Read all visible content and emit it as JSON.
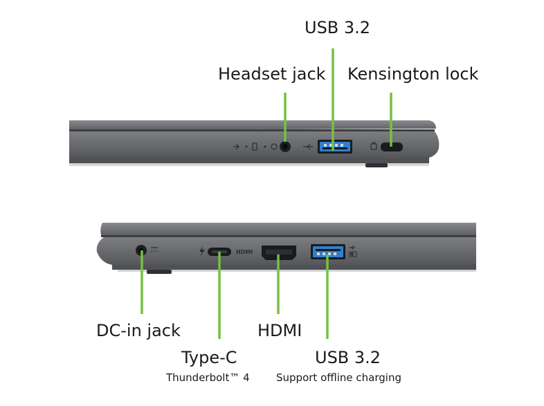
{
  "top_view": {
    "labels": {
      "usb_top": "USB 3.2",
      "headset": "Headset jack",
      "kensington": "Kensington lock"
    }
  },
  "bottom_view": {
    "labels": {
      "dc_in": "DC-in jack",
      "type_c": "Type-C",
      "type_c_sub": "Thunderbolt™ 4",
      "hdmi": "HDMI",
      "usb_bottom": "USB 3.2",
      "usb_bottom_sub": "Support offline charging",
      "hdmi_logo_text": "HDMI"
    }
  },
  "colors": {
    "callout_line": "#76c043",
    "chassis": "#6d6e71",
    "chassis_dark": "#4a4b4e",
    "usb_blue": "#2f7fd1"
  }
}
